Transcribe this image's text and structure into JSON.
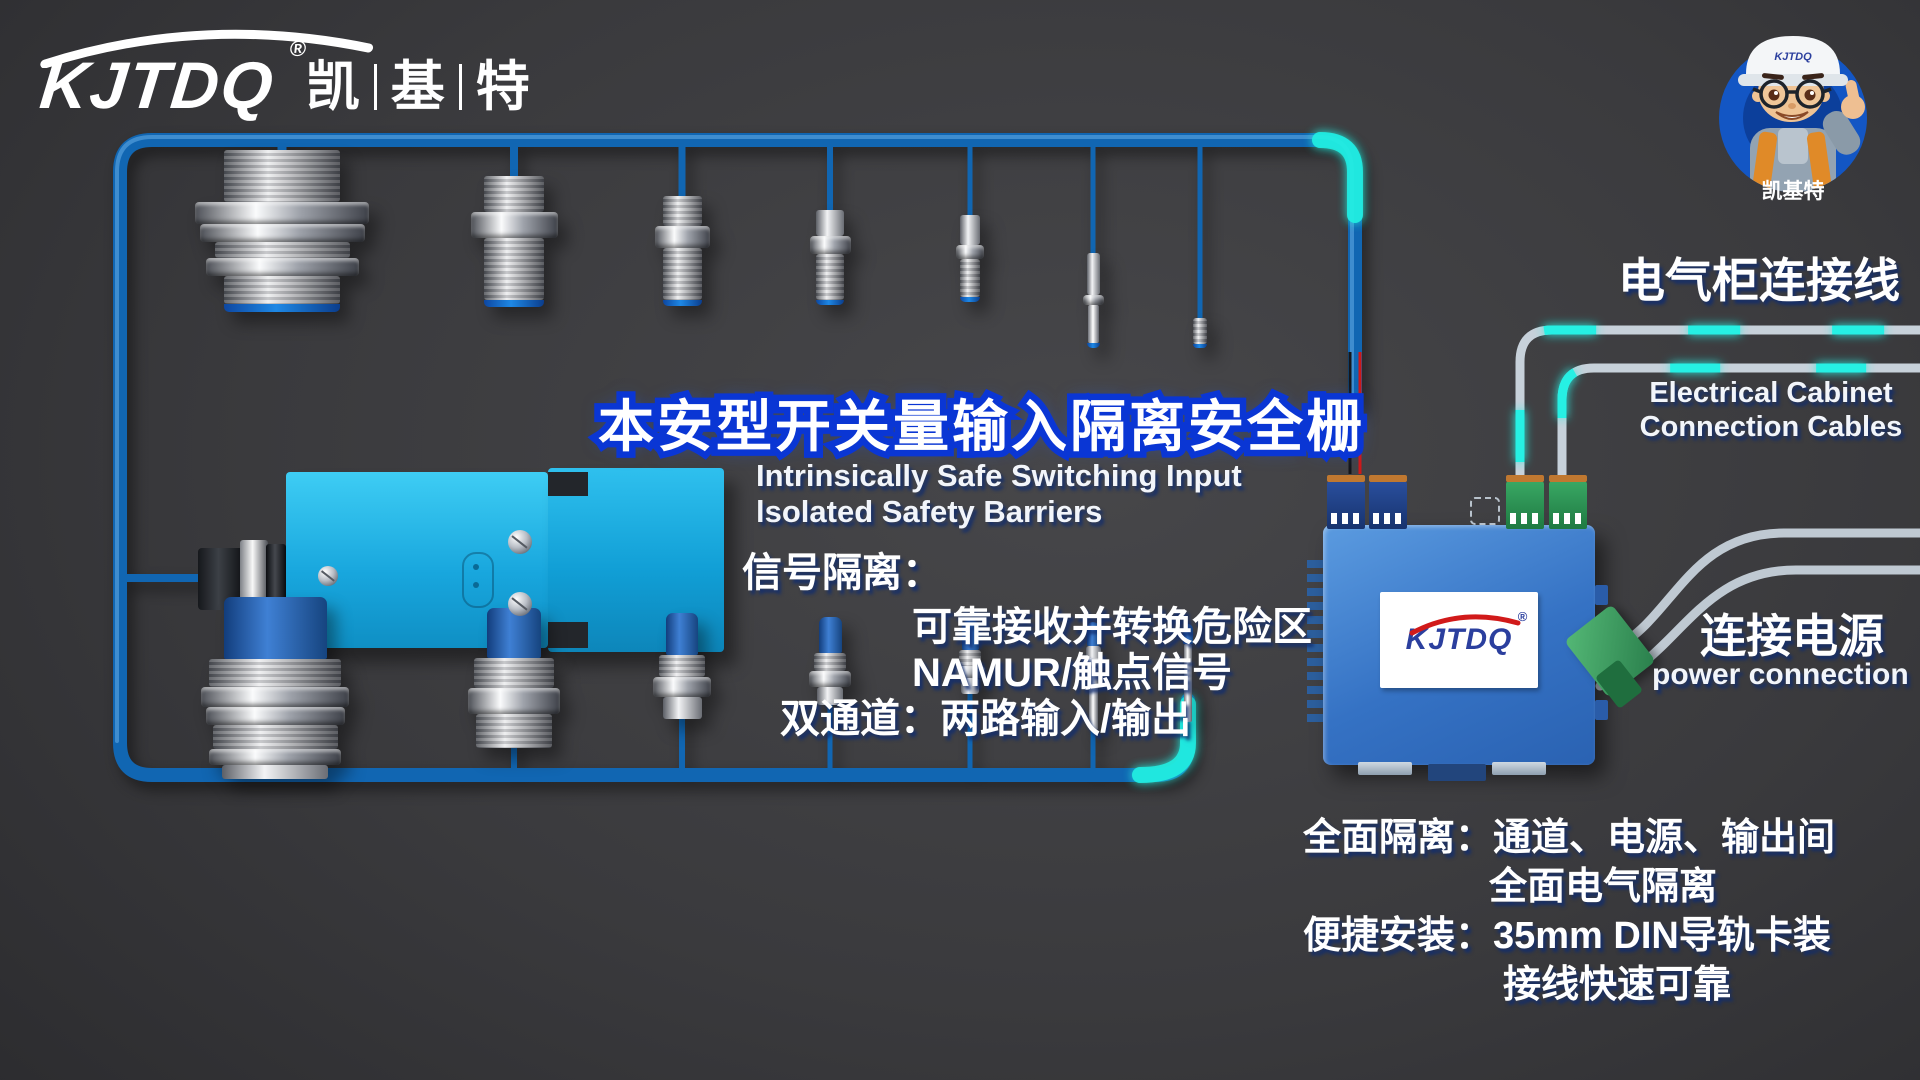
{
  "header": {
    "logo_text": "KJTDQ",
    "registered": "®",
    "cn_char1": "凯",
    "cn_char2": "基",
    "cn_char3": "特"
  },
  "mascot": {
    "label": "凯基特",
    "hat_text": "KJTDQ"
  },
  "title": {
    "cn": "本安型开关量输入隔离安全栅",
    "en_line1": "Intrinsically Safe Switching Input",
    "en_line2": "lsolated Safety Barriers"
  },
  "features": {
    "label": "信号隔离：",
    "line1": "可靠接收并转换危险区",
    "line2": "NAMUR/触点信号",
    "line3": "双通道：两路输入/输出"
  },
  "cabinet": {
    "cn": "电气柜连接线",
    "en_line1": "Electrical Cabinet",
    "en_line2": "Connection Cables"
  },
  "power": {
    "cn": "连接电源",
    "en": "power connection"
  },
  "specs": {
    "line1": "全面隔离：通道、电源、输出间",
    "line2": "全面电气隔离",
    "line3": "便捷安装：35mm DIN导轨卡装",
    "line4": "接线快速可靠"
  },
  "module": {
    "logo_text": "KJTDQ",
    "registered": "®"
  },
  "colors": {
    "wire_blue": "#1166b2",
    "glow_cyan": "#21efe2",
    "module_blue": "#3e7cc9",
    "title_outline": "#0a36d4",
    "cable_gray": "#c7d1da",
    "device_cyan": "#18a6dd"
  }
}
